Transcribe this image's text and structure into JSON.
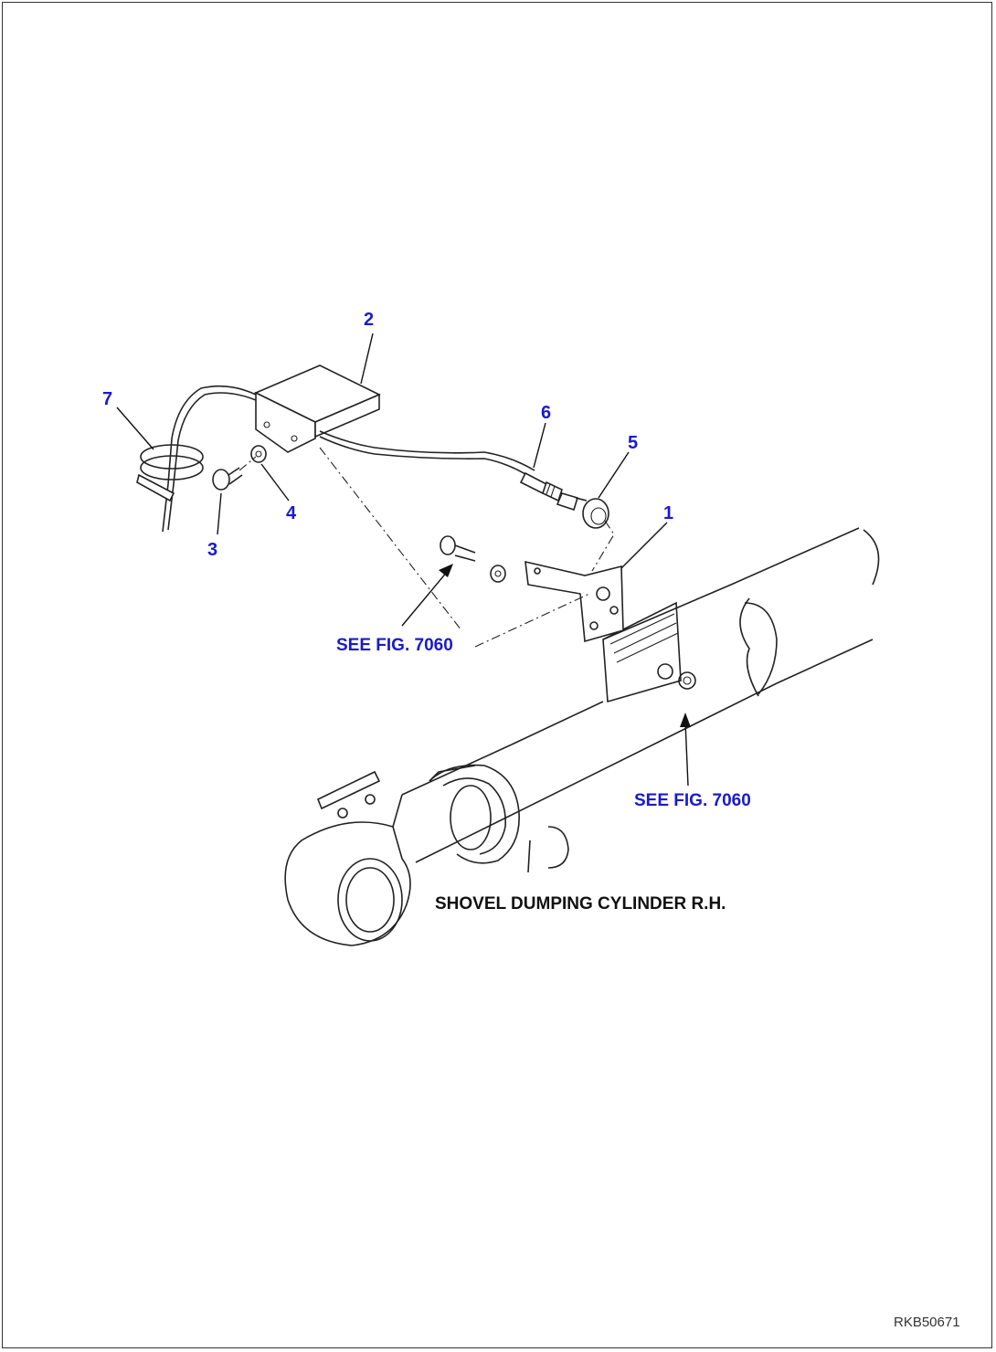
{
  "callouts": {
    "c1": "1",
    "c2": "2",
    "c3": "3",
    "c4": "4",
    "c5": "5",
    "c6": "6",
    "c7": "7"
  },
  "references": {
    "ref_upper": "SEE FIG. 7060",
    "ref_lower": "SEE FIG. 7060"
  },
  "caption": "SHOVEL DUMPING CYLINDER R.H.",
  "drawing_code": "RKB50671",
  "colors": {
    "callout": "#1a1acc",
    "line": "#222222"
  }
}
